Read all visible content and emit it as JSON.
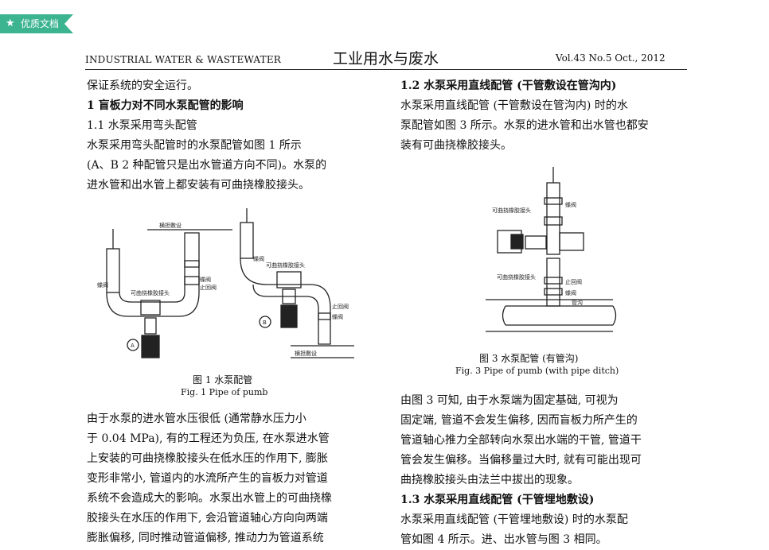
{
  "badge": {
    "label": "优质文档"
  },
  "header": {
    "journal_en": "INDUSTRIAL WATER & WASTEWATER",
    "journal_cn": "工业用水与废水",
    "issue": "Vol.43  No.5  Oct., 2012"
  },
  "left": {
    "lines": [
      "保证系统的安全运行。",
      "1    盲板力对不同水泵配管的影响",
      "1.1    水泵采用弯头配管",
      "        水泵采用弯头配管时的水泵配管如图 1 所示",
      "(A、B 2 种配管只是出水管道方向不同)。水泵的",
      "进水管和出水管上都安装有可曲挠橡胶接头。"
    ],
    "fig1": {
      "caption_cn": "图 1    水泵配管",
      "caption_en": "Fig. 1    Pipe of pumb",
      "labels": {
        "a_support": "横担敷设",
        "a_valve_l": "蝶阀",
        "a_joint": "可曲挠橡胶接头",
        "a_valve_r": "蝶阀",
        "a_check": "止回阀",
        "a_mark": "A",
        "b_valve": "蝶阀",
        "b_joint": "可曲挠橡胶接头",
        "b_check": "止回阀",
        "b_valve2": "蝶阀",
        "b_support": "横担敷设",
        "b_mark": "B"
      }
    },
    "lines2": [
      "        由于水泵的进水管水压很低 (通常静水压力小",
      "于 0.04 MPa), 有的工程还为负压, 在水泵进水管",
      "上安装的可曲挠橡胶接头在低水压的作用下, 膨胀",
      "变形非常小, 管道内的水流所产生的盲板力对管道",
      "系统不会造成大的影响。水泵出水管上的可曲挠橡",
      "胶接头在水压的作用下, 会沿管道轴心方向向两端",
      "膨胀偏移, 同时推动管道偏移, 推动力为管道系统"
    ]
  },
  "right": {
    "lines": [
      "1.2    水泵采用直线配管 (干管敷设在管沟内)",
      "        水泵采用直线配管 (干管敷设在管沟内) 时的水",
      "泵配管如图 3 所示。水泵的进水管和出水管也都安",
      "装有可曲挠橡胶接头。"
    ],
    "fig3": {
      "caption_cn": "图 3    水泵配管 (有管沟)",
      "caption_en": "Fig. 3    Pipe of pumb (with pipe ditch)",
      "labels": {
        "joint_top": "可曲挠橡胶接头",
        "valve_top": "蝶阀",
        "joint_mid": "可曲挠橡胶接头",
        "check": "止回阀",
        "valve_mid": "蝶阀",
        "ditch": "管沟"
      }
    },
    "lines2": [
      "        由图 3 可知, 由于水泵端为固定基础, 可视为",
      "固定端, 管道不会发生偏移, 因而盲板力所产生的",
      "管道轴心推力全部转向水泵出水端的干管, 管道干",
      "管会发生偏移。当偏移量过大时, 就有可能出现可",
      "曲挠橡胶接头由法兰中拔出的现象。",
      "1.3    水泵采用直线配管 (干管埋地敷设)",
      "        水泵采用直线配管 (干管埋地敷设) 时的水泵配",
      "管如图 4 所示。进、出水管与图 3 相同。"
    ]
  },
  "colors": {
    "badge": "#3cb490",
    "text": "#111111"
  },
  "icons": {
    "badge_icon": "star-icon"
  }
}
